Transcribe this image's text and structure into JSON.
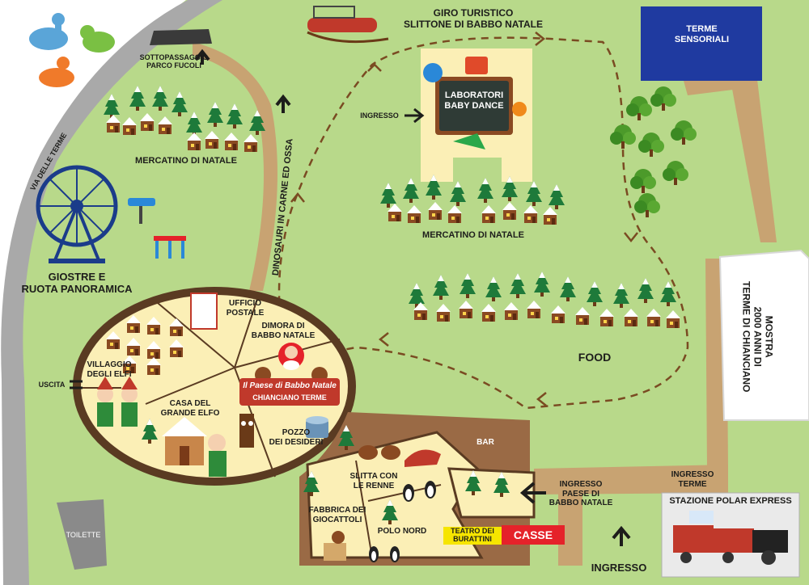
{
  "colors": {
    "grass": "#b8d98a",
    "path": "#c8a372",
    "oval_fill": "#fbefb6",
    "oval_border": "#5a3b22",
    "village_fill": "#fbefb6",
    "village_border": "#5a3b22",
    "blue_terme": "#1f3aa0",
    "red_casse": "#e5222a",
    "yellow_teatro": "#f6e500",
    "dashed_route": "#7a4b22"
  },
  "labels": {
    "giro_line1": "GIRO TURISTICO",
    "giro_line2": "SLITTONE DI BABBO NATALE",
    "terme_sensoriali_1": "TERME",
    "terme_sensoriali_2": "SENSORIALI",
    "sottopassaggio_1": "SOTTOPASSAGGIO",
    "sottopassaggio_2": "PARCO FUCOLI",
    "mercatino_left": "MERCATINO DI NATALE",
    "mercatino_center": "MERCATINO DI NATALE",
    "via_delle_terme": "VIA DELLE TERME",
    "dinosauri": "DINOSAURI IN CARNE ED OSSA",
    "laboratori_1": "LABORATORI",
    "laboratori_2": "BABY DANCE",
    "ingresso_lab": "INGRESSO",
    "giostre_1": "GIOSTRE E",
    "giostre_2": "RUOTA PANORAMICA",
    "food": "FOOD",
    "mostra_1": "MOSTRA",
    "mostra_2": "2000 ANNI DI",
    "mostra_3": "TERME DI CHIANCIANO",
    "ufficio_1": "UFFICIO",
    "ufficio_2": "POSTALE",
    "dimora_1": "DIMORA DI",
    "dimora_2": "BABBO NATALE",
    "villaggio_1": "VILLAGGIO",
    "villaggio_2": "DEGLI ELFI",
    "uscita": "USCITA",
    "casa_1": "CASA DEL",
    "casa_2": "GRANDE ELFO",
    "pozzo_1": "POZZO",
    "pozzo_2": "DEI DESIDERI",
    "badge_1": "Il Paese di Babbo Natale",
    "badge_2": "CHIANCIANO TERME",
    "bar": "BAR",
    "slitta_1": "SLITTA CON",
    "slitta_2": "LE RENNE",
    "fabbrica_1": "FABBRICA DEI",
    "fabbrica_2": "GIOCATTOLI",
    "polo_nord": "POLO NORD",
    "teatro_1": "TEATRO DEI",
    "teatro_2": "BURATTINI",
    "casse": "CASSE",
    "ingresso_paese_1": "INGRESSO",
    "ingresso_paese_2": "PAESE DI",
    "ingresso_paese_3": "BABBO NATALE",
    "ingresso_terme_1": "INGRESSO",
    "ingresso_terme_2": "TERME",
    "stazione": "STAZIONE POLAR EXPRESS",
    "ingresso_main": "INGRESSO",
    "toilette": "TOILETTE"
  }
}
